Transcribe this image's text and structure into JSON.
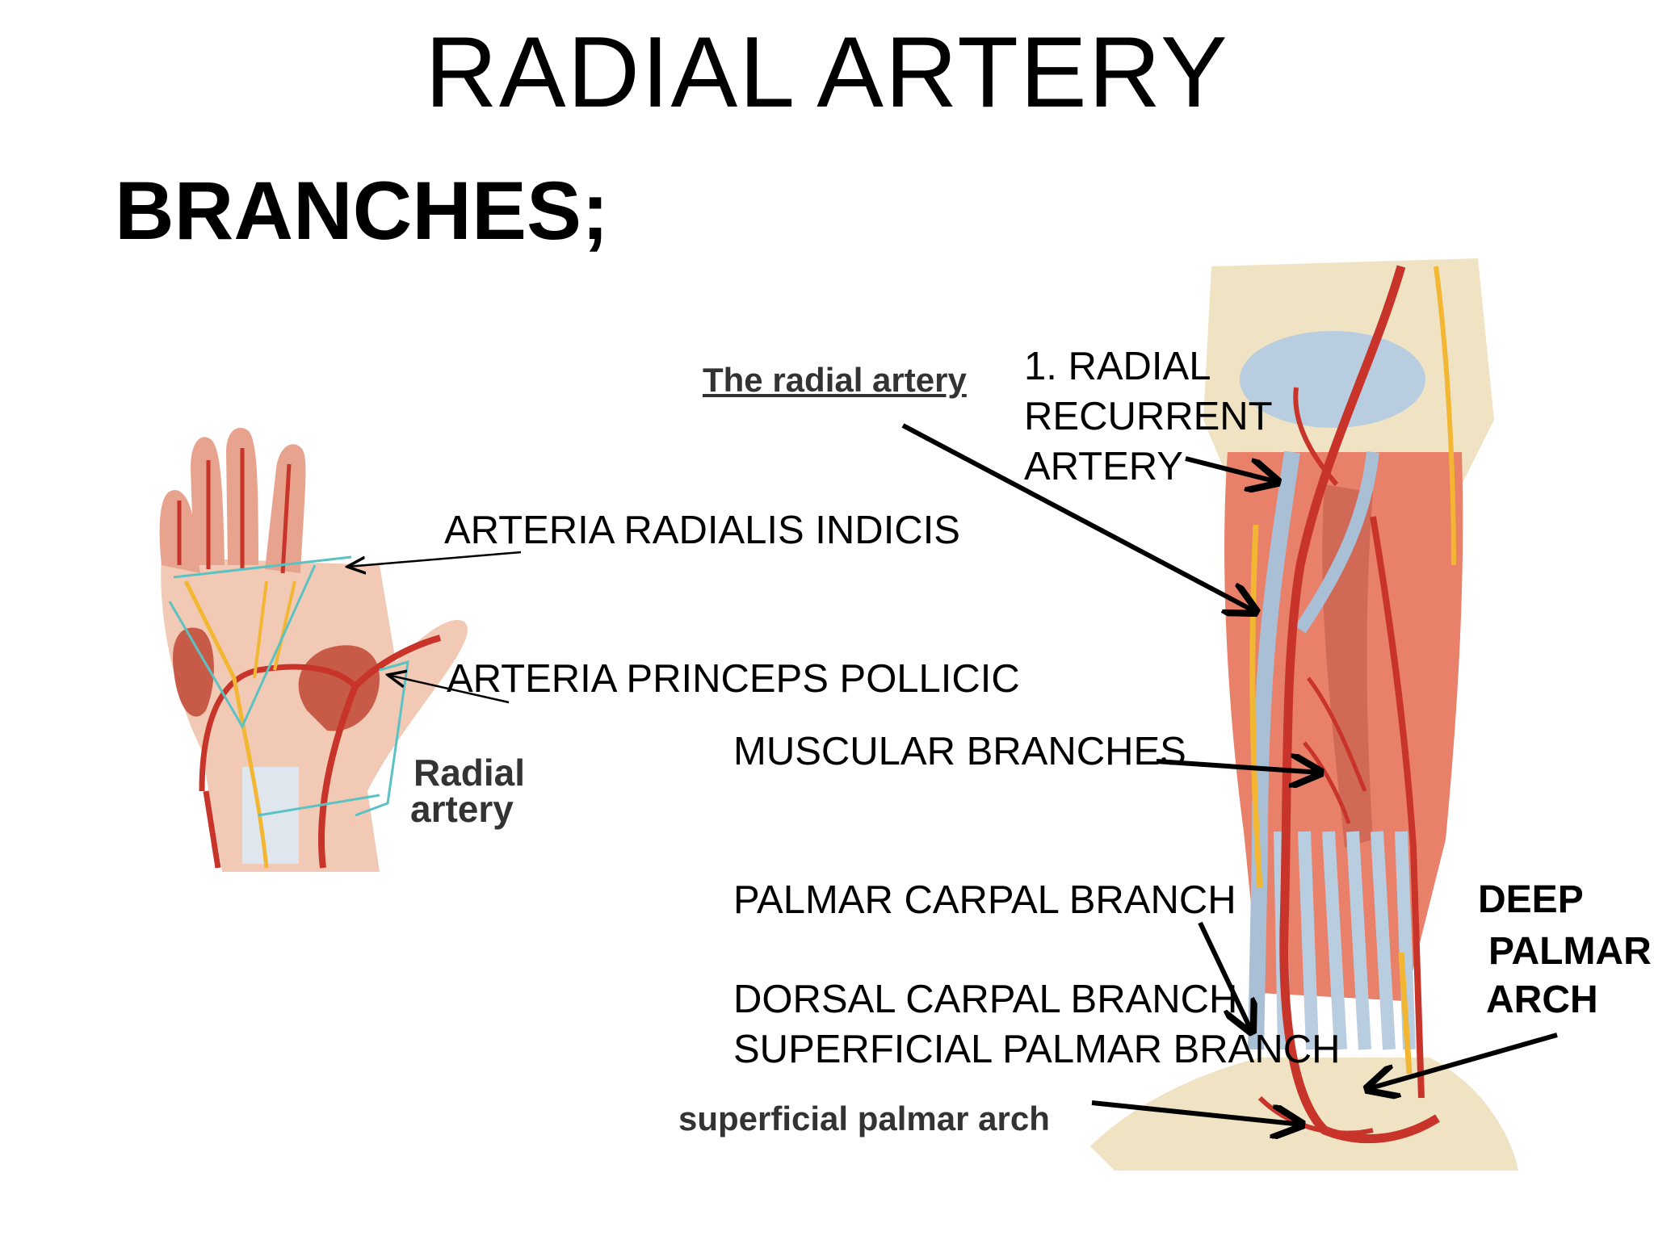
{
  "title": "RADIAL ARTERY",
  "subtitle": "BRANCHES;",
  "illustration": {
    "hand_labels": [
      "Radial",
      "artery"
    ],
    "forearm_labels": [
      "The radial artery",
      "superficial palmar arch"
    ]
  },
  "labels": {
    "radial_recurrent": [
      "1. RADIAL",
      "RECURRENT",
      "ARTERY"
    ],
    "radialis_indicis": "ARTERIA RADIALIS INDICIS",
    "princeps_pollicic": "ARTERIA PRINCEPS POLLICIC",
    "muscular": "MUSCULAR BRANCHES",
    "palmar_carpal": "PALMAR CARPAL BRANCH",
    "dorsal_carpal": "DORSAL CARPAL BRANCH",
    "superficial_palmar": "SUPERFICIAL PALMAR BRANCH",
    "deep_palmar_arch": [
      "DEEP",
      "PALMAR",
      "ARCH"
    ]
  },
  "colors": {
    "artery": "#c8342a",
    "muscle": "#e8806a",
    "tendon": "#b8cde0",
    "bone": "#efe3c4",
    "nerve": "#f2b632",
    "skin": "#f1c9b4",
    "guide": "#5bc2c4"
  }
}
